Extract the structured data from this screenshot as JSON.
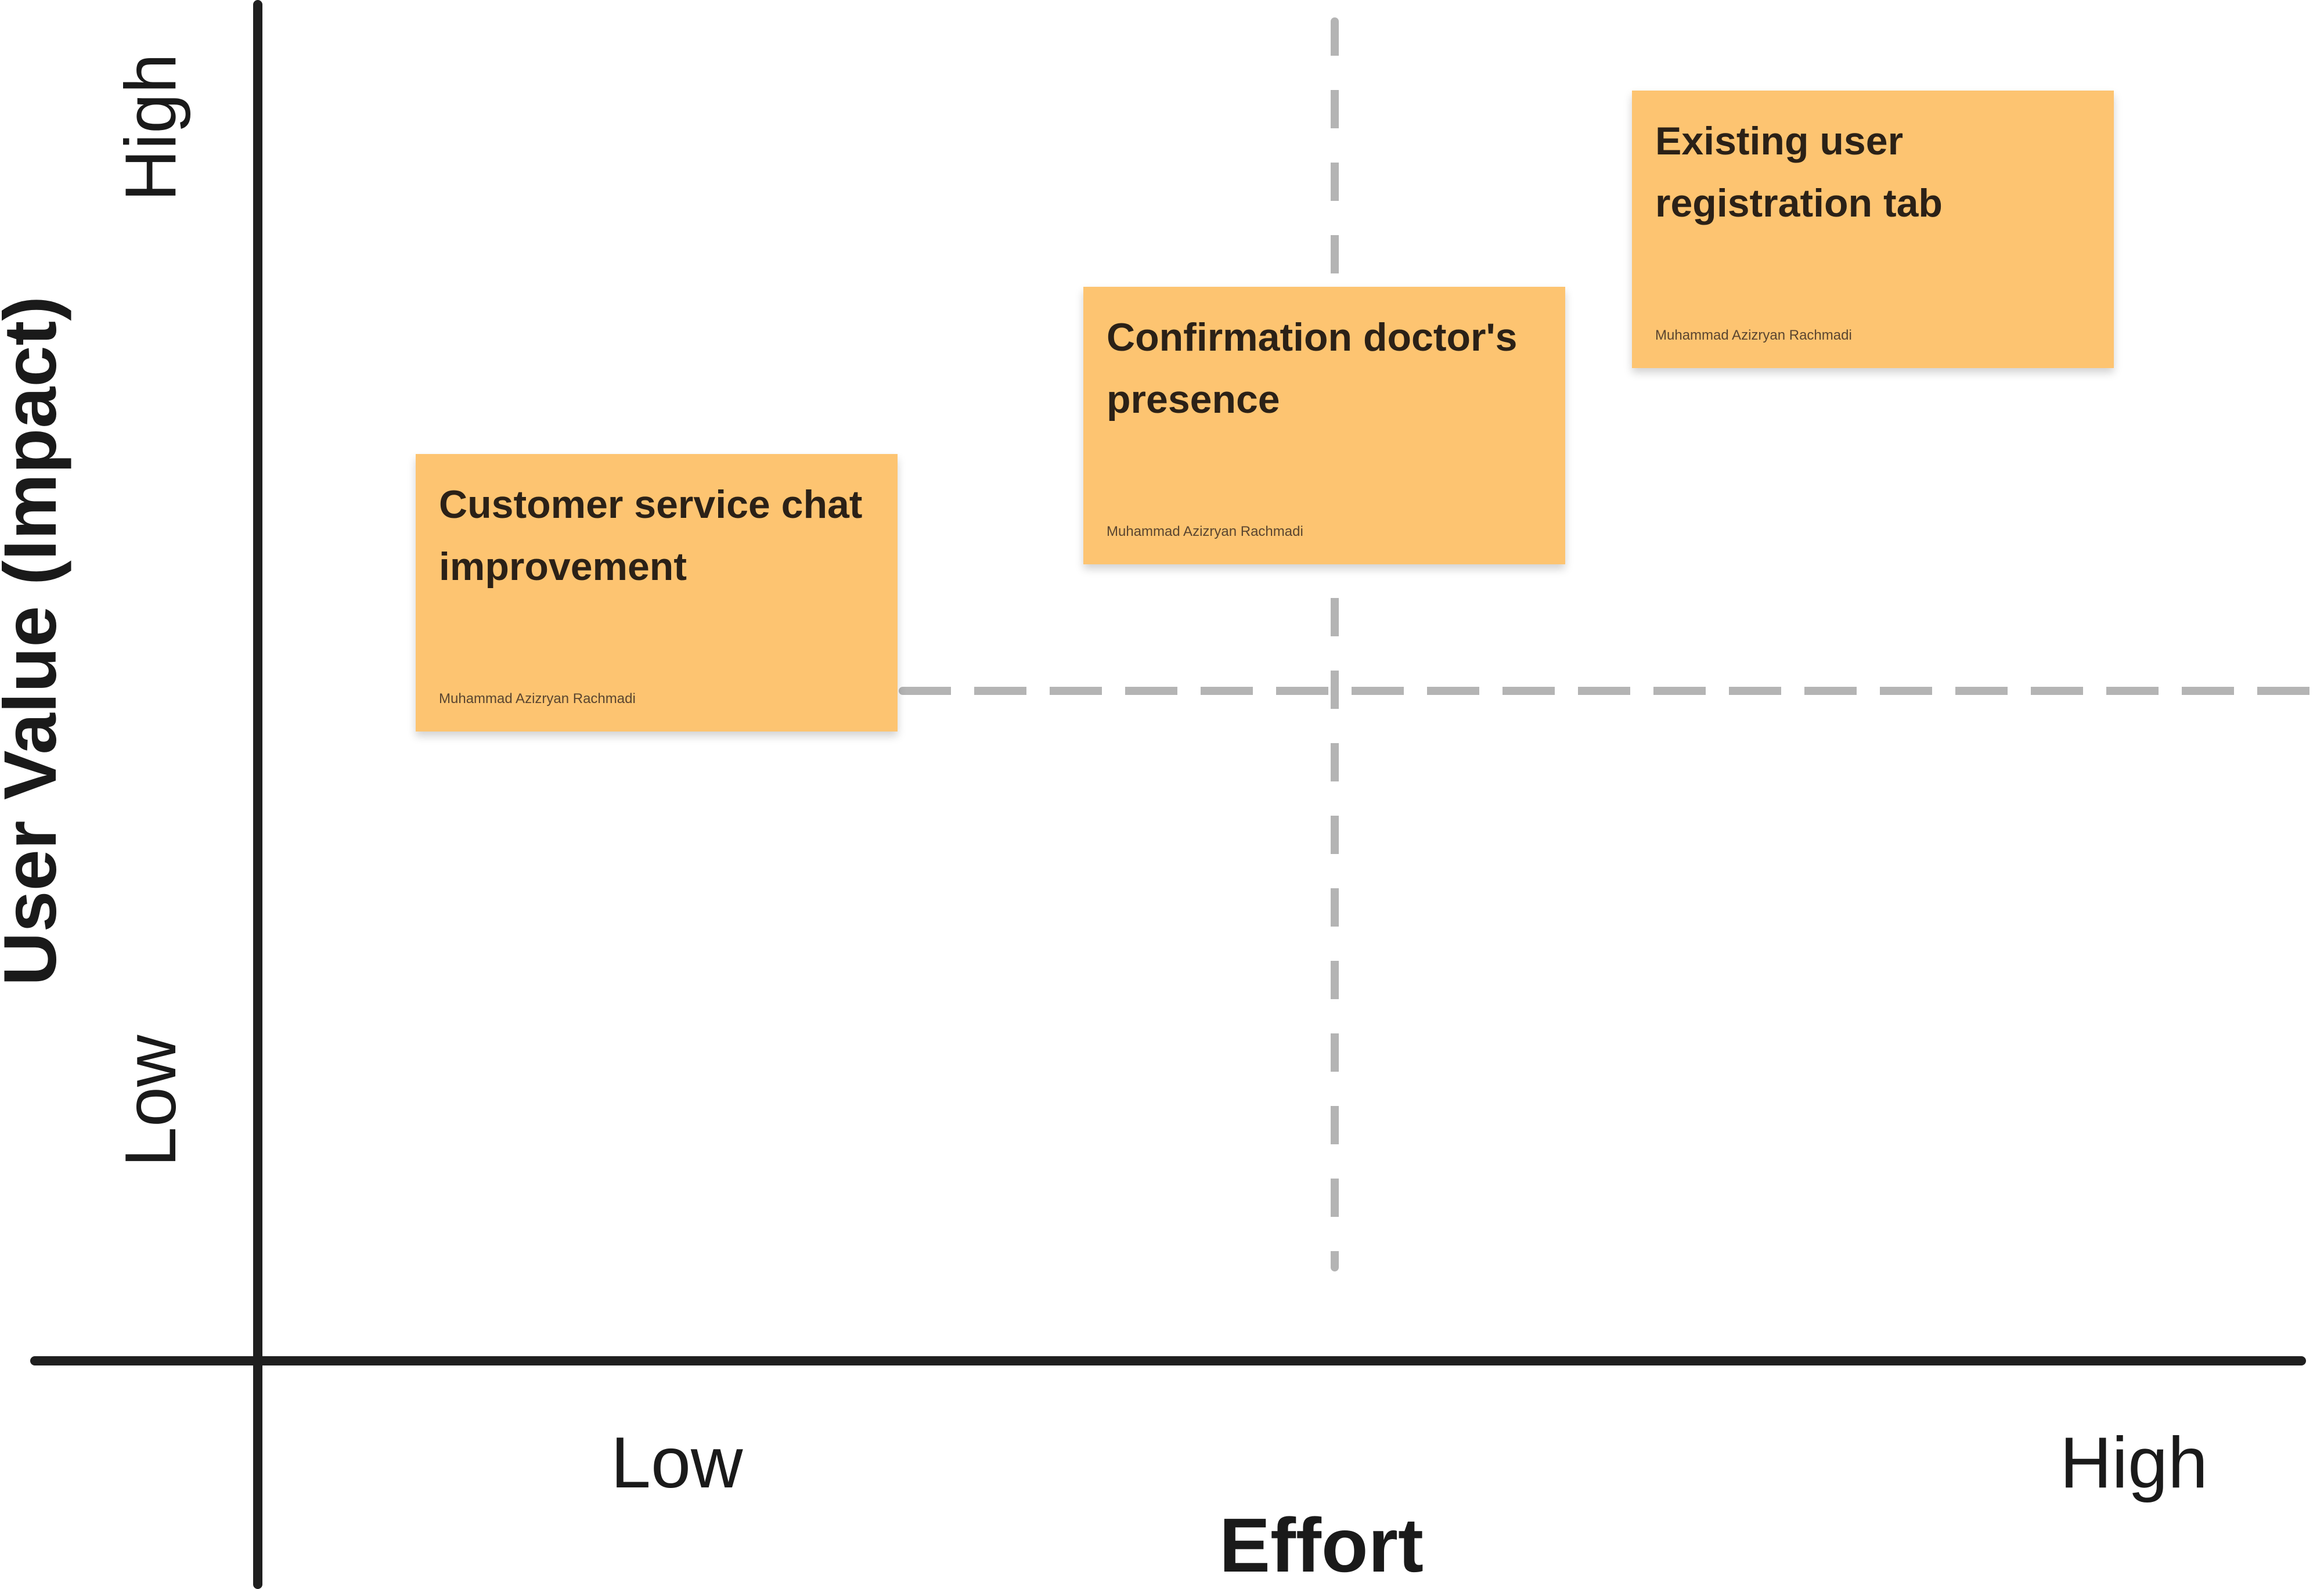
{
  "axes": {
    "x_title": "Effort",
    "y_title": "User Value (Impact)",
    "x_low": "Low",
    "x_high": "High",
    "y_low": "Low",
    "y_high": "High"
  },
  "stickies": [
    {
      "title": "Customer service chat improvement",
      "author": "Muhammad Azizryan Rachmadi"
    },
    {
      "title": "Confirmation doctor's presence",
      "author": "Muhammad Azizryan Rachmadi"
    },
    {
      "title": "Existing user registration tab",
      "author": "Muhammad Azizryan Rachmadi"
    }
  ],
  "colors": {
    "sticky": "#fdc471",
    "axis": "#1f1f1f",
    "guide": "#b4b4b4"
  }
}
